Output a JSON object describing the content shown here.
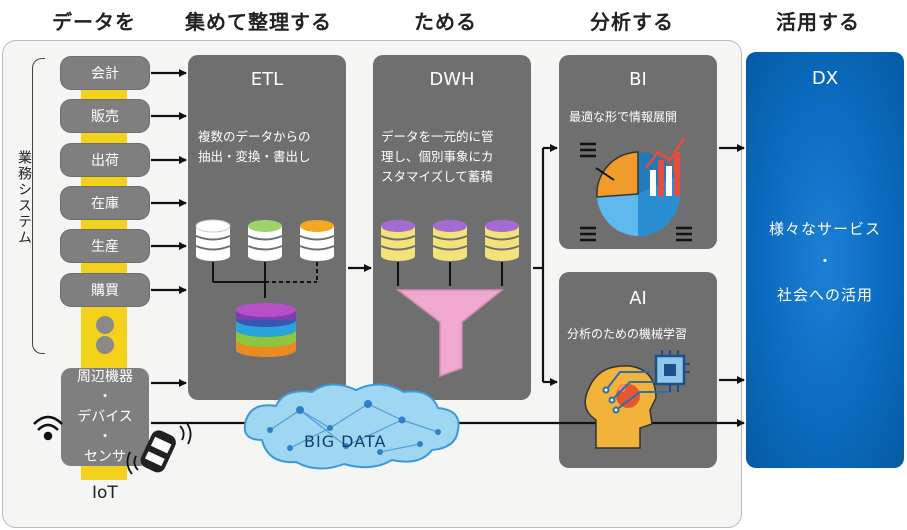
{
  "headers": {
    "col1": "データを",
    "col2": "集めて整理する",
    "col3": "ためる",
    "col4": "分析する",
    "col5": "活用する"
  },
  "business_label": "業務システム",
  "sources": [
    "会計",
    "販売",
    "出荷",
    "在庫",
    "生産",
    "購買"
  ],
  "iot": {
    "line1": "周辺機器",
    "line2": "・",
    "line3": "デバイス",
    "line4": "・",
    "line5": "センサ",
    "label": "IoT"
  },
  "etl": {
    "title": "ETL",
    "desc1": "複数のデータからの",
    "desc2": "抽出・変換・書出し"
  },
  "dwh": {
    "title": "DWH",
    "desc1": "データを一元的に管",
    "desc2": "理し、個別事象にカ",
    "desc3": "スタマイズして蓄積"
  },
  "bi": {
    "title": "BI",
    "desc": "最適な形で情報展開"
  },
  "ai": {
    "title": "AI",
    "desc": "分析のための機械学習"
  },
  "dx": {
    "title": "DX",
    "line1": "様々なサービス",
    "line2": "・",
    "line3": "社会への活用"
  },
  "bigdata": "BIG DATA",
  "colors": {
    "panel": "#6f6f6f",
    "chip": "#7f7f7f",
    "stripe": "#f3d21c",
    "dx_blue": "#0a6bbf",
    "cloud": "#8fd0f2"
  }
}
